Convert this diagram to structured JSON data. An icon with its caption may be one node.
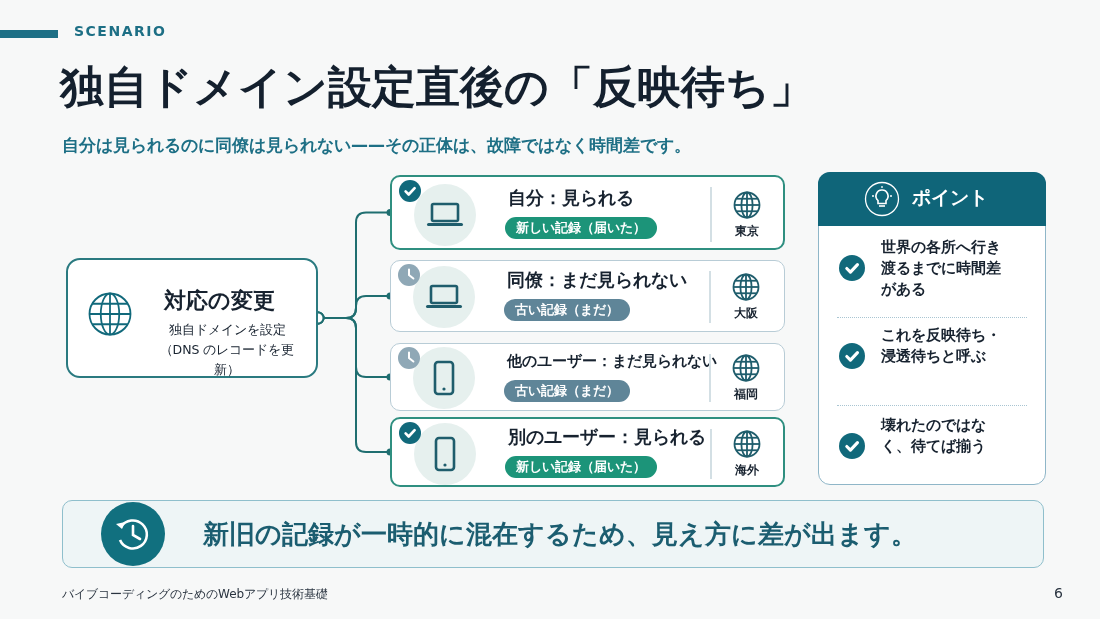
{
  "diagram": {
    "title": "独自ドメイン設定直後の「反映待ち」",
    "nodes": [
      {
        "text": [
          "対応の変更",
          "独自ドメインを設定（DNS のレコードを更新）"
        ]
      },
      {
        "text": [
          "自分：見られる",
          "新しい記録（届いた）",
          "東京"
        ]
      },
      {
        "text": [
          "同僚：まだ見られない",
          "古い記録（まだ）",
          "大阪"
        ]
      },
      {
        "text": [
          "他のユーザー：まだ見られない",
          "古い記録（まだ）",
          "福岡"
        ]
      },
      {
        "text": [
          "別のユーザー：見られる",
          "新しい記録（届いた）",
          "海外"
        ]
      },
      {
        "text": [
          "ポイント",
          "世界の各所へ行き渡るまでに時間差がある",
          "これを反映待ち・浸透待ちと呼ぶ",
          "壊れたのではなく、待てば揃う"
        ]
      },
      {
        "text": [
          "新旧の記録が一時的に混在するため、見え方に差が出ます。"
        ]
      }
    ],
    "edges": [
      {
        "from": 0,
        "to": 1,
        "arrow": "other"
      },
      {
        "from": 0,
        "to": 2,
        "arrow": "other"
      },
      {
        "from": 0,
        "to": 3,
        "arrow": "other"
      },
      {
        "from": 0,
        "to": 4,
        "arrow": "other"
      }
    ],
    "labels": [
      "SCENARIO",
      "自分は見られるのに同僚は見られない——その正体は、故障ではなく時間差です。",
      "バイブコーディングのためのWebアプリ技術基礎",
      "6"
    ]
  }
}
